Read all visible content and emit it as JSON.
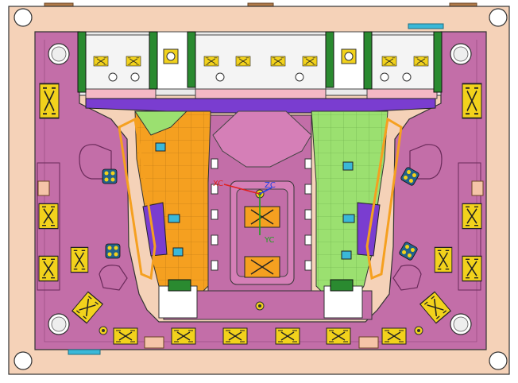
{
  "viewport": {
    "background": "#ffffff",
    "model": "mold-base-assembly"
  },
  "axis_triad": {
    "x_label": "XC",
    "y_label": "YC",
    "z_label": "ZC",
    "x_color": "#e02020",
    "y_color": "#20a020",
    "z_color": "#2040e0"
  },
  "colors": {
    "base_plate": "#f5d2b8",
    "mold_plate": "#c36ea8",
    "core_left": "#f5a020",
    "core_right": "#9be070",
    "inserts": "#7a3dd0",
    "grips": "#f2d21c",
    "lifters": "#2a8a30",
    "pillars": "#b07a48"
  }
}
